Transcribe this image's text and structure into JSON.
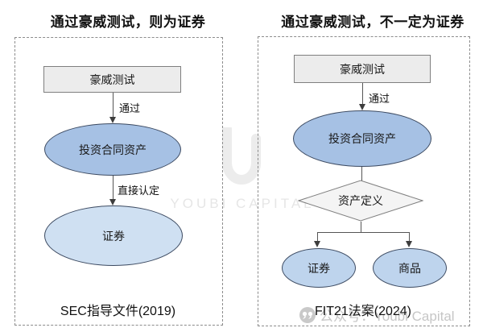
{
  "left_panel": {
    "title": "通过豪威测试，则为证券",
    "node_test": "豪威测试",
    "edge_pass": "通过",
    "node_asset": "投资合同资产",
    "edge_direct": "直接认定",
    "node_security": "证券",
    "caption": "SEC指导文件(2019)"
  },
  "right_panel": {
    "title": "通过豪威测试，不一定为证券",
    "node_test": "豪威测试",
    "edge_pass": "通过",
    "node_asset": "投资合同资产",
    "node_decision": "资产定义",
    "node_security": "证券",
    "node_commodity": "商品",
    "caption": "FIT21法案(2024)"
  },
  "watermark": {
    "logo_icon": "youbi-u-logo",
    "bottom_icon": "wechat-official-account-icon",
    "center_text": "YOUBI CAPITAL",
    "bottom_text": "公众号：Youbi Capital"
  },
  "colors": {
    "node_blue": "#a6c1e4",
    "node_light_blue": "#cfe0f2",
    "node_small_blue": "#bed4ed",
    "node_gray": "#ececec",
    "diamond_fill": "#f4f4f4",
    "dashed_border": "#8c8c8c",
    "watermark_gray": "#c6c6c6",
    "watermark_light": "#ececec"
  }
}
